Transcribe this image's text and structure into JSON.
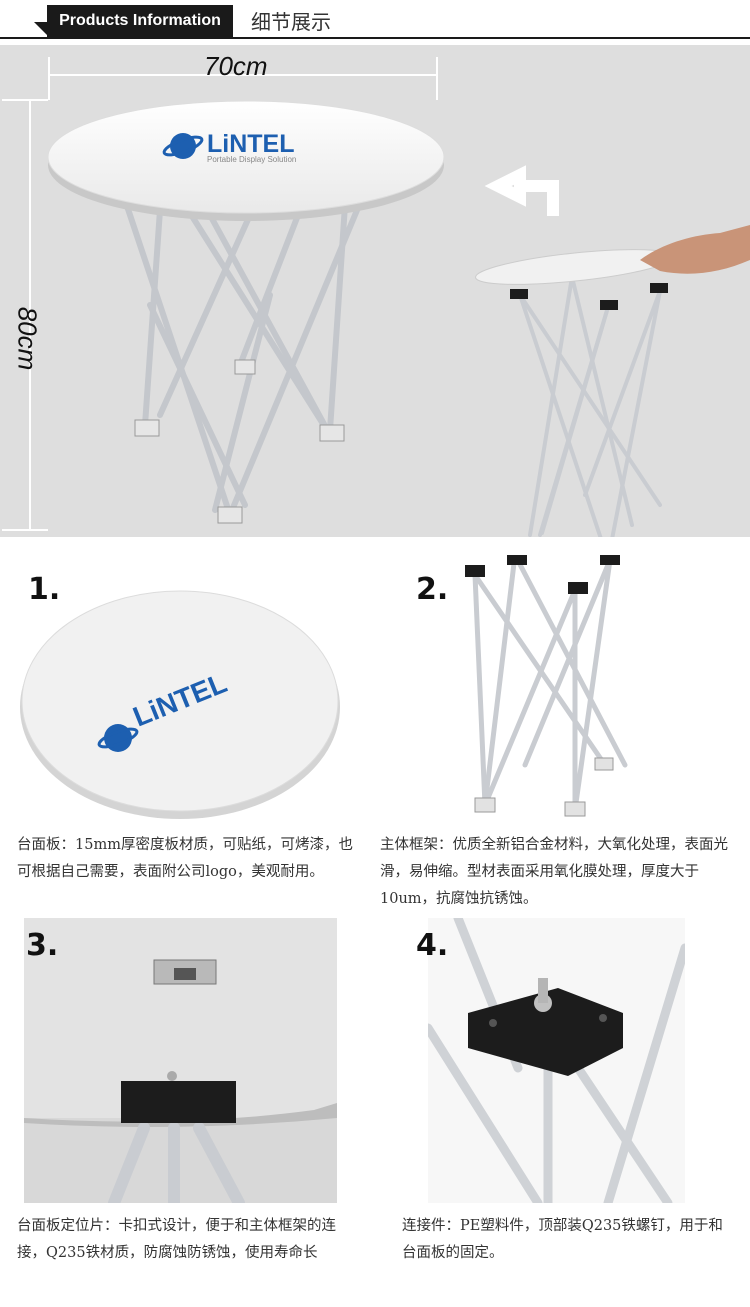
{
  "header": {
    "tab_label": "Products Information",
    "subtitle": "细节展示"
  },
  "hero": {
    "width_label": "70cm",
    "height_label": "80cm",
    "brand_name": "LiNTEL",
    "brand_tagline": "Portable Display Solution"
  },
  "features": [
    {
      "number": "1.",
      "description": "台面板：15mm厚密度板材质，可贴纸，可烤漆，也可根据自己需要，表面附公司logo，美观耐用。"
    },
    {
      "number": "2.",
      "description": "主体框架：优质全新铝合金材料，大氧化处理，表面光滑，易伸缩。型材表面采用氧化膜处理，厚度大于10um，抗腐蚀抗锈蚀。"
    },
    {
      "number": "3.",
      "description": "台面板定位片：卡扣式设计，便于和主体框架的连接，Q235铁材质，防腐蚀防锈蚀，使用寿命长"
    },
    {
      "number": "4.",
      "description": "连接件：PE塑料件，顶部装Q235铁螺钉，用于和台面板的固定。"
    }
  ],
  "colors": {
    "header_bg": "#1a1a1a",
    "hero_bg": "#dedede",
    "brand_blue": "#1d5fb0",
    "frame_silver": "#c9ccd1",
    "connector_black": "#1c1c1c"
  }
}
